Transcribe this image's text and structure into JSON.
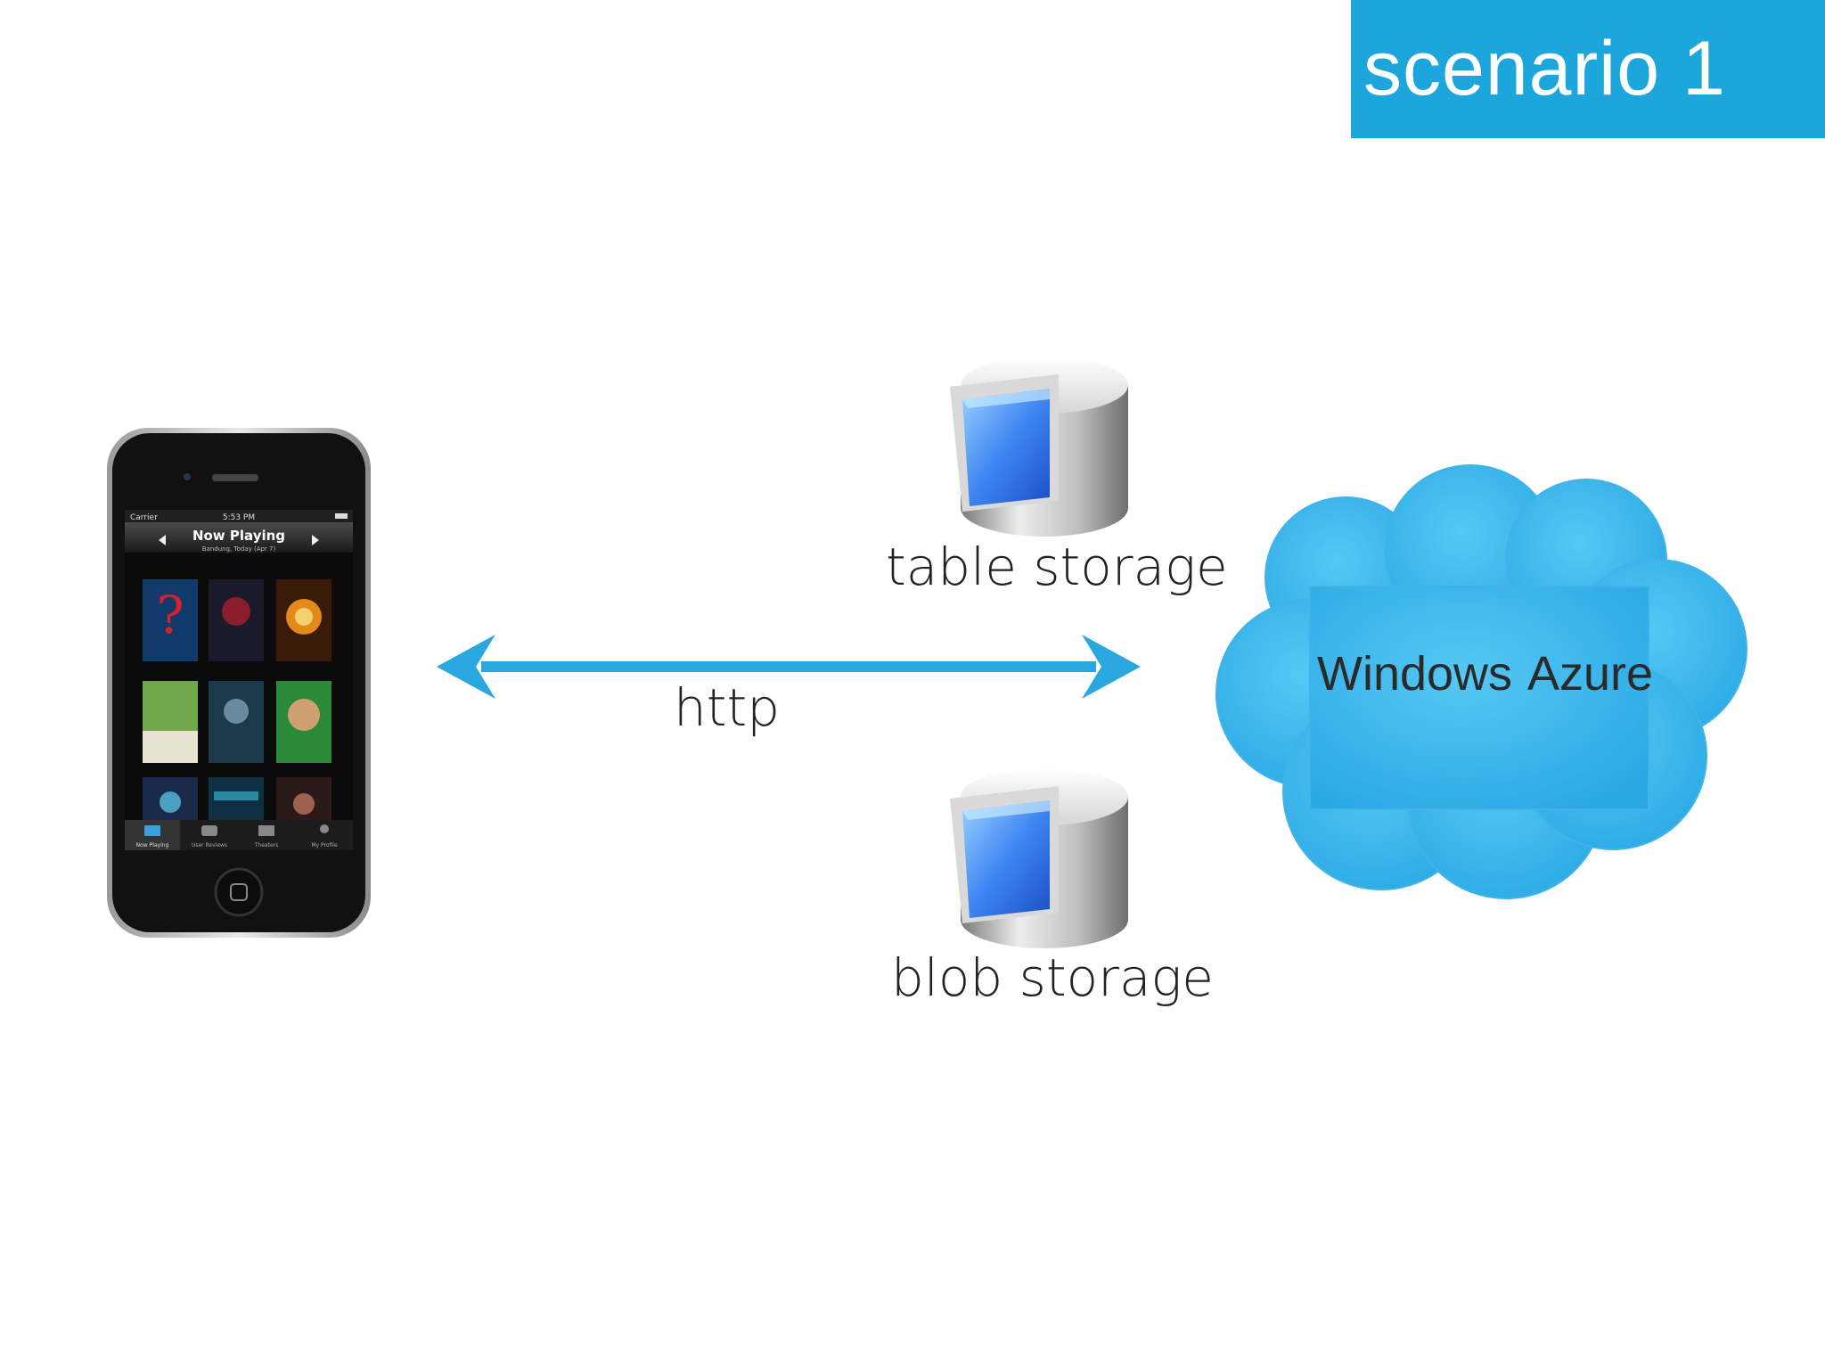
{
  "badge": {
    "title": "scenario 1"
  },
  "connection": {
    "label": "http"
  },
  "storages": {
    "table": {
      "label": "table storage"
    },
    "blob": {
      "label": "blob storage"
    }
  },
  "cloud": {
    "brand": "Windows",
    "product": "Azure"
  },
  "phone": {
    "status_carrier": "Carrier",
    "status_time": "5:53 PM",
    "nav_title": "Now Playing",
    "nav_subtitle": "Bandung, Today (Apr 7)",
    "tabs": [
      "Now Playing",
      "User Reviews",
      "Theaters",
      "My Profile"
    ]
  },
  "colors": {
    "accent": "#1ca6dc",
    "arrow": "#2aa7de",
    "cloud": "#36b7ec"
  }
}
